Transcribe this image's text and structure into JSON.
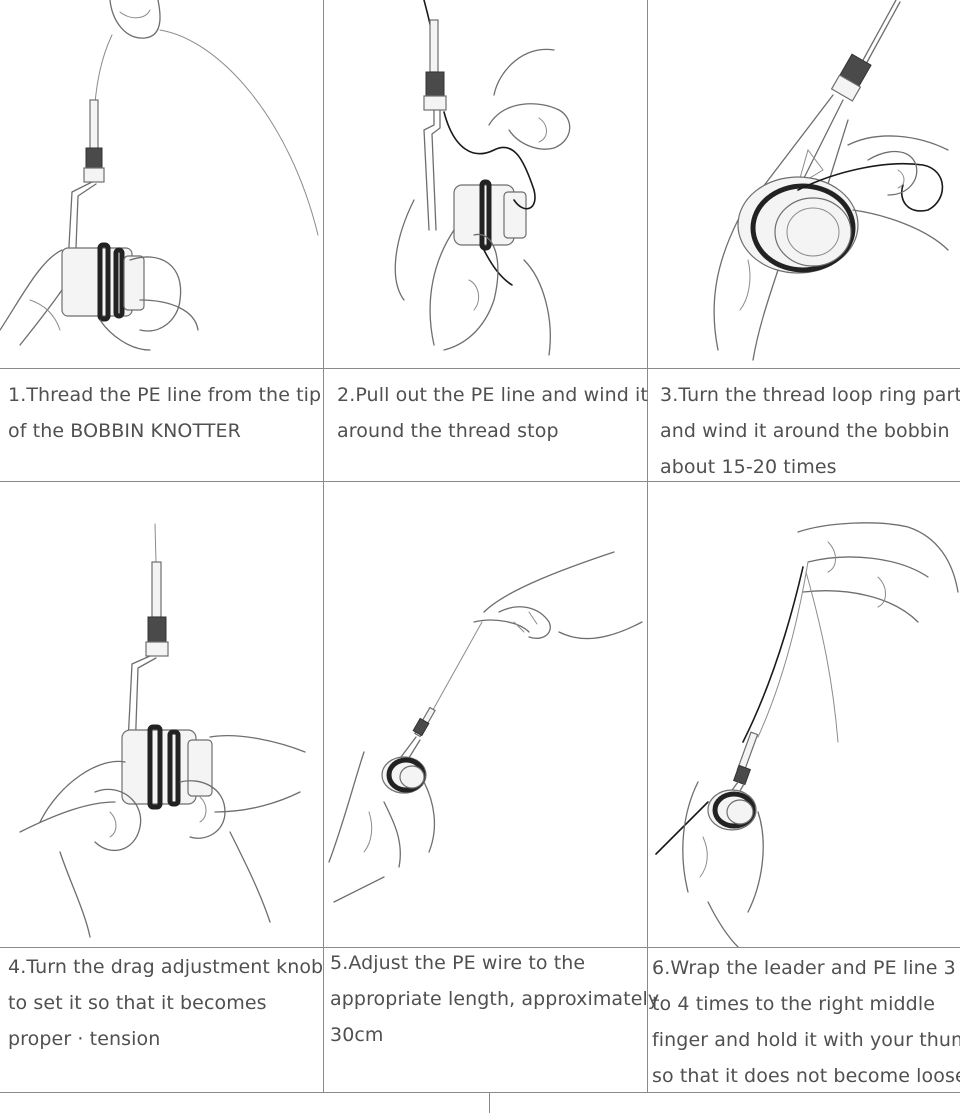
{
  "steps": [
    {
      "id": 1,
      "lines": [
        "1.Thread the PE line from the tip",
        "of the BOBBIN KNOTTER"
      ]
    },
    {
      "id": 2,
      "lines": [
        "2.Pull out the PE line and wind it",
        "around the thread stop"
      ]
    },
    {
      "id": 3,
      "lines": [
        "3.Turn the thread loop ring part",
        "and wind it around the bobbin",
        "about 15-20 times"
      ]
    },
    {
      "id": 4,
      "lines": [
        "4.Turn the drag adjustment knob",
        "to set it so that it becomes",
        "proper · tension"
      ]
    },
    {
      "id": 5,
      "lines": [
        "5.Adjust the PE wire to the",
        "appropriate length, approximately",
        "30cm"
      ]
    },
    {
      "id": 6,
      "lines": [
        "6.Wrap the leader and PE line 3",
        "to 4 times to the right middle",
        "finger and hold it with your thumb",
        "so that it does not become loose"
      ]
    }
  ],
  "icons": [
    "hand-with-bobbin-illustration",
    "line-icon"
  ]
}
